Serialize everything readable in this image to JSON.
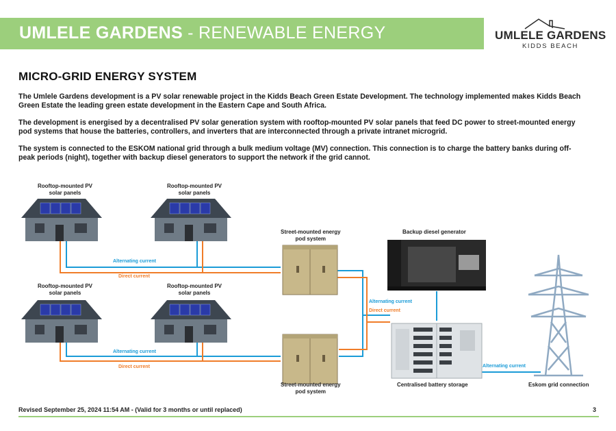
{
  "header": {
    "title_bold": "UMLELE GARDENS",
    "title_rest": " - RENEWABLE ENERGY",
    "logo_name": "UMLELE GARDENS",
    "logo_sub": "KIDDS BEACH"
  },
  "section": {
    "heading": "MICRO-GRID ENERGY SYSTEM",
    "paragraphs": [
      "The Umlele Gardens development is a PV solar renewable project in the Kidds Beach Green Estate Development. The technology implemented makes Kidds Beach Green Estate the leading green estate development in the Eastern Cape and South Africa.",
      "The development is energised by a decentralised PV solar generation system with rooftop-mounted PV solar panels that feed DC power to street-mounted energy pod systems that house the batteries, controllers, and inverters that are interconnected through a private intranet microgrid.",
      "The system is connected to the ESKOM national grid through a bulk medium voltage (MV) connection. This connection is to charge the battery banks during off-peak periods (night), together with backup diesel generators to support the network if the grid cannot."
    ]
  },
  "diagram": {
    "house_labels": [
      "Rooftop-mounted PV\nsolar panels",
      "Rooftop-mounted PV\nsolar panels",
      "Rooftop-mounted PV\nsolar panels",
      "Rooftop-mounted PV\nsolar panels"
    ],
    "pod_top_label": "Street-mounted energy\npod system",
    "pod_bottom_label": "Street-mounted energy\npod system",
    "generator_label": "Backup diesel generator",
    "battery_label": "Centralised battery storage",
    "grid_label": "Eskom grid connection",
    "wire_ac": "Alternating current",
    "wire_dc": "Direct current",
    "colors": {
      "ac": "#1a9bd7",
      "dc": "#f07c28",
      "accent": "#9ccf7c"
    }
  },
  "footer": {
    "revised": "Revised September 25, 2024 11:54 AM - (Valid for 3 months or until replaced)",
    "page": "3"
  }
}
